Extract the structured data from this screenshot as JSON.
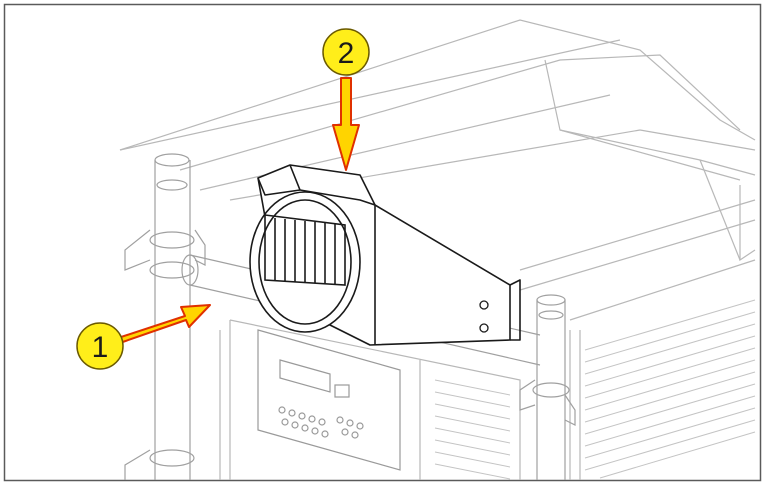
{
  "diagram": {
    "callouts": [
      {
        "id": "callout-1",
        "label": "1"
      },
      {
        "id": "callout-2",
        "label": "2"
      }
    ],
    "colors": {
      "frame": "#5a5a5a",
      "line_light": "#b8b8b8",
      "line_mid": "#8a8a8a",
      "line_dark": "#1a1a1a",
      "callout_fill": "#ffee1a",
      "callout_stroke": "#6b5a00",
      "arrow_fill": "#ffd400",
      "arrow_stroke": "#e03000"
    }
  }
}
